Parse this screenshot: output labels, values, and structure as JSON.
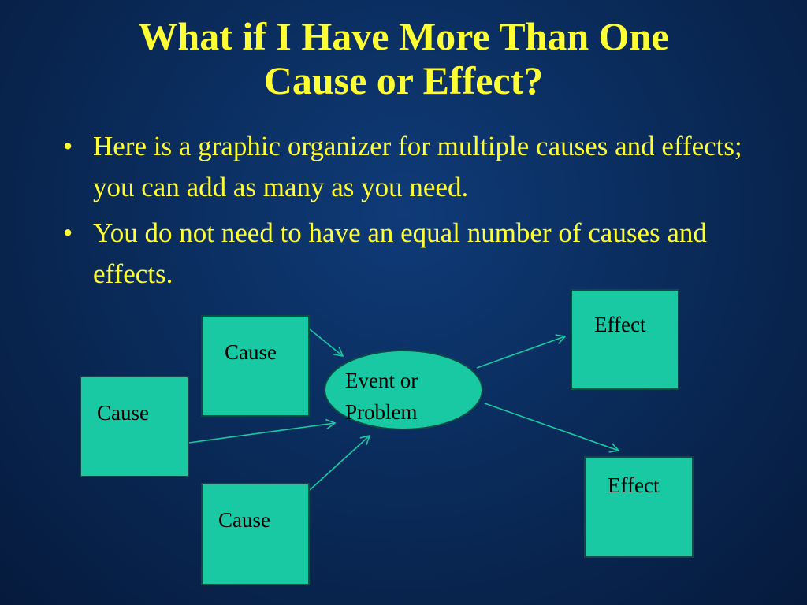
{
  "slide": {
    "title_line1": "What if I Have More Than One",
    "title_line2": "Cause or Effect?",
    "bullets": [
      "Here is a graphic organizer for multiple causes and effects; you can add as many as you need.",
      "You do not need to have an equal number of causes and effects"
    ],
    "bullet_suffix": "."
  },
  "diagram": {
    "causes": [
      "Cause",
      "Cause",
      "Cause"
    ],
    "event": {
      "line1": "Event or",
      "line2": "Problem"
    },
    "effects": [
      "Effect",
      "Effect"
    ],
    "colors": {
      "box_fill": "#19c9a3",
      "box_border": "#0b4a45",
      "arrow": "#19c9a3",
      "title_text": "#ffff33",
      "background": "#0a2c5c"
    }
  }
}
